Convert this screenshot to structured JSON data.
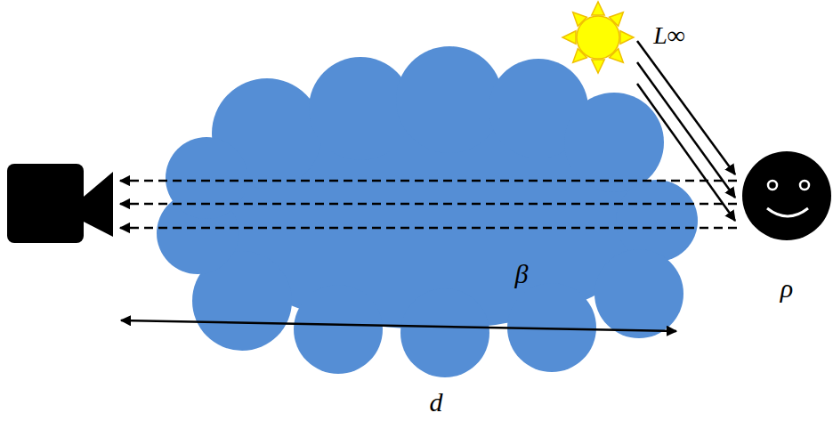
{
  "diagram": {
    "labels": [
      "L∞",
      "β",
      "ρ",
      "d"
    ]
  }
}
